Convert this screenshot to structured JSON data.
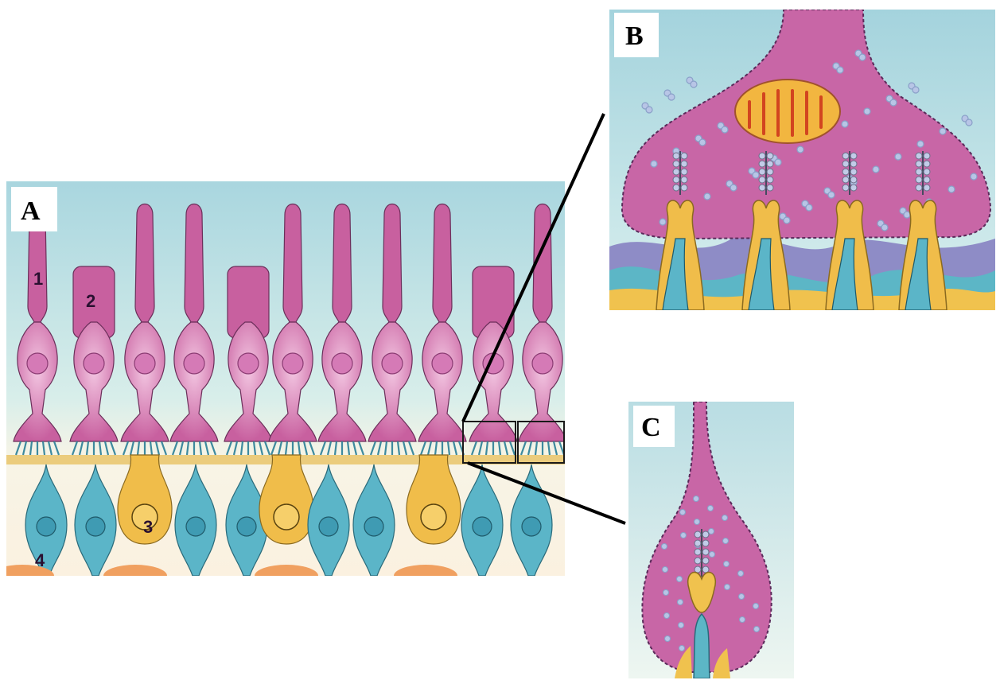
{
  "panels": {
    "a": {
      "label": "A"
    },
    "b": {
      "label": "B"
    },
    "c": {
      "label": "C"
    }
  },
  "cell_labels": {
    "rod": "1",
    "cone": "2",
    "horizontal": "3",
    "bipolar": "4"
  },
  "colors": {
    "photoreceptor": "#c8609f",
    "photoreceptor_light": "#e3a6cc",
    "bipolar": "#5bb5c8",
    "horizontal": "#f0bd4a",
    "mitochondrion": "#f2b640",
    "background_top": "#a8d6de",
    "background_bottom": "#fbf3e4",
    "vesicle": "#8aa0c8",
    "ribbon": "#6a6f88",
    "glia": "#8f8cc4",
    "outline": "#6b2f5a"
  }
}
